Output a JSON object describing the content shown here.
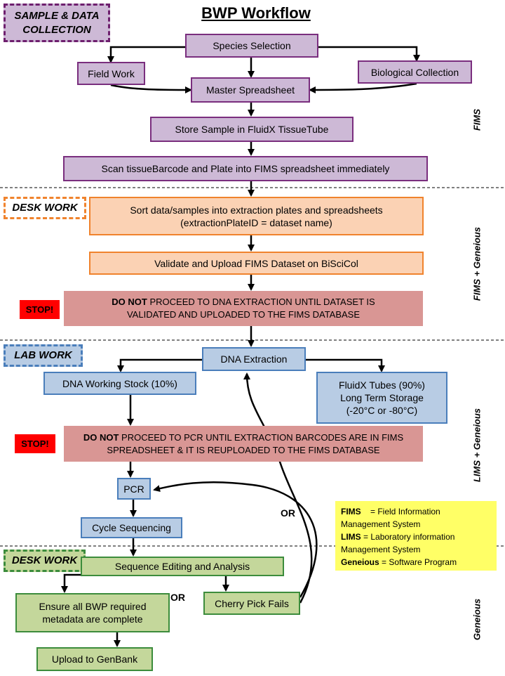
{
  "title": "BWP Workflow",
  "sections": {
    "sample": "SAMPLE & DATA COLLECTION",
    "desk1": "DESK WORK",
    "lab": "LAB WORK",
    "desk2": "DESK WORK"
  },
  "nodes": {
    "species": "Species Selection",
    "field": "Field Work",
    "bio": "Biological Collection",
    "master": "Master Spreadsheet",
    "store": "Store Sample in FluidX TissueTube",
    "scan": "Scan tissueBarcode and Plate into FIMS spreadsheet immediately",
    "sort_l1": "Sort data/samples into extraction plates and spreadsheets",
    "sort_l2": "(extractionPlateID = dataset name)",
    "validate": "Validate and Upload FIMS Dataset on BiSciCol",
    "dna": "DNA Extraction",
    "working": "DNA Working Stock (10%)",
    "tubes_l1": "FluidX Tubes (90%)",
    "tubes_l2": "Long Term Storage",
    "tubes_l3": "(-20°C or -80°C)",
    "pcr": "PCR",
    "cycle": "Cycle Sequencing",
    "edit": "Sequence Editing and Analysis",
    "ensure_l1": "Ensure all BWP required",
    "ensure_l2": "metadata are complete",
    "cherry": "Cherry Pick Fails",
    "upload": "Upload to GenBank"
  },
  "stops": {
    "tag": "STOP!",
    "s1_bold": "DO NOT",
    "s1_l1": " PROCEED TO DNA EXTRACTION UNTIL DATASET IS",
    "s1_l2": "VALIDATED AND UPLOADED TO THE FIMS DATABASE",
    "s2_bold": "DO NOT",
    "s2_l1": " PROCEED  TO PCR UNTIL EXTRACTION BARCODES ARE IN FIMS",
    "s2_l2": "SPREADSHEET & IT IS REUPLOADED TO THE FIMS DATABASE"
  },
  "or_labels": {
    "or1": "OR",
    "or2": "OR"
  },
  "side_labels": {
    "s1": "FIMS",
    "s2": "FIMS + Geneious",
    "s3": "LIMS + Geneious",
    "s4": "Geneious"
  },
  "legend": {
    "fims_key": "FIMS",
    "fims_l1": "    = Field Information",
    "fims_l2": "Management System",
    "lims_key": "LIMS",
    "lims_l1": " = Laboratory information",
    "lims_l2": "Management System",
    "gen_key": "Geneious",
    "gen_l1": " = Software Program"
  }
}
